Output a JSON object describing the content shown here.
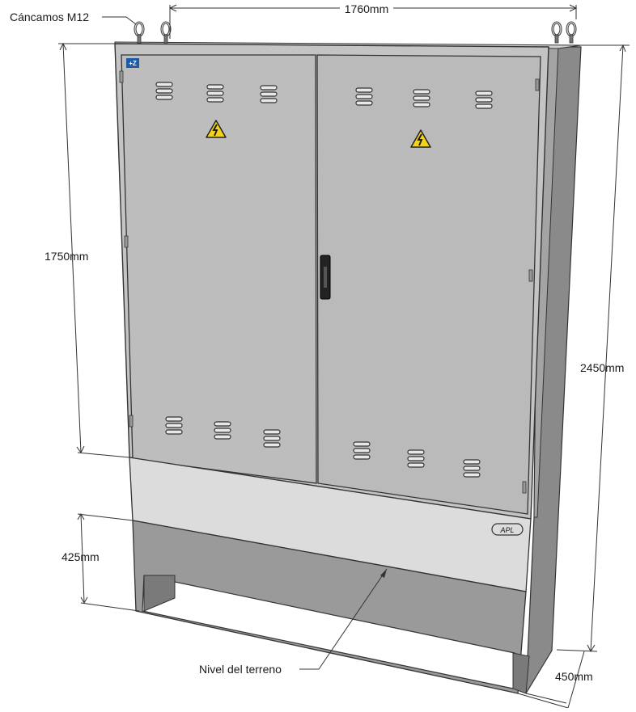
{
  "labels": {
    "lifting_eyes": "Cáncamos M12",
    "width": "1760mm",
    "cabinet_height": "1750mm",
    "total_height": "2450mm",
    "plinth_height": "425mm",
    "depth": "450mm",
    "ground_level": "Nivel del terreno",
    "corner_badge": "+Z",
    "brand": "APL"
  },
  "colors": {
    "front_face": "#c2c2c2",
    "door_panel": "#bdbdbd",
    "side_face": "#8a8a8a",
    "plinth_band": "#dcdcdc",
    "plinth_base": "#9a9a9a",
    "warning_yellow": "#f2d21b"
  }
}
